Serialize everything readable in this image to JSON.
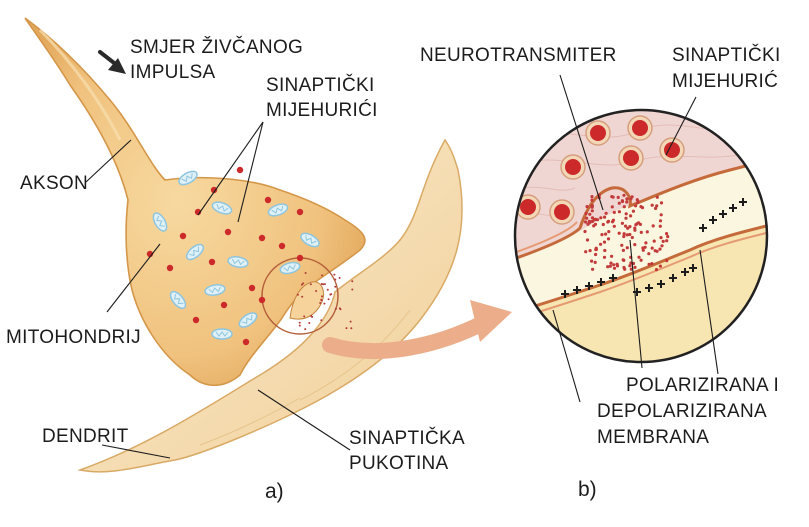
{
  "labels": {
    "smjer_line1": "SMJER ŽIVČANOG",
    "smjer_line2": "IMPULSA",
    "sinapticki_mjehurici_line1": "SINAPTIČKI",
    "sinapticki_mjehurici_line2": "MIJEHURIĆI",
    "akson": "AKSON",
    "mitohondrij": "MITOHONDRIJ",
    "dendrit": "DENDRIT",
    "sinapticka_line1": "SINAPTIČKA",
    "sinapticka_line2": "PUKOTINA",
    "neurotransmiter": "NEUROTRANSMITER",
    "sinapticki_mjehuric_line1": "SINAPTIČKI",
    "sinapticki_mjehuric_line2": "MIJEHURIĆ",
    "polarizirana_line1": "POLARIZIRANA I",
    "polarizirana_line2": "DEPOLARIZIRANA",
    "polarizirana_line3": "MEMBRANA",
    "panel_a": "a)",
    "panel_b": "b)"
  },
  "icons": {
    "impulse_direction": "arrow-icon",
    "zoom": "curved-arrow-icon"
  },
  "colors": {
    "neuron_fill": "#f2c98a",
    "neuron_edge": "#d9a24e",
    "dendrite_fill": "#f6ddb0",
    "vesicle": "#cc2a2a",
    "mitochondria": "#8ec6df",
    "membrane": "#c56a3a",
    "presynaptic_fill": "#f0d6d2",
    "cleft_fill": "#fbf6df",
    "postsynaptic_fill": "#f7e6b2",
    "zoom_arrow": "#e8a37e"
  }
}
